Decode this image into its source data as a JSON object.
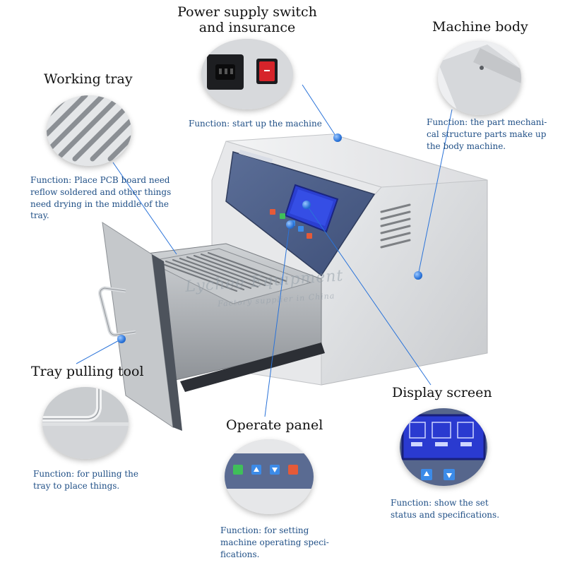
{
  "callouts": {
    "power": {
      "title_line1": "Power supply switch",
      "title_line2": "and insurance",
      "function": "Function: start up the machine"
    },
    "body": {
      "title": "Machine body",
      "function_lines": [
        "Function: the part mechani-",
        "cal structure parts make up",
        "the body machine."
      ]
    },
    "tray": {
      "title": "Working tray",
      "function_lines": [
        "Function: Place PCB board need",
        "reflow soldered and other things",
        "need drying in the middle of the",
        "tray."
      ]
    },
    "pulling": {
      "title": "Tray pulling tool",
      "function_lines": [
        "Function: for pulling the",
        "tray to place things."
      ]
    },
    "panel": {
      "title": "Operate panel",
      "function_lines": [
        "Function: for setting",
        "machine operating speci-",
        "fications."
      ]
    },
    "display": {
      "title": "Display screen",
      "function_lines": [
        "Function: show the set",
        "status and specifications."
      ]
    }
  },
  "watermark": {
    "line1": "Lychee Equipment",
    "line2": "Factory supplier in China"
  },
  "colors": {
    "callout_text": "#1f4f86",
    "leader_line": "#2a73d9",
    "machine_body": "#e3e4e6",
    "front_panel": "#4a5f8c",
    "lcd_screen": "#2b3fd1"
  }
}
